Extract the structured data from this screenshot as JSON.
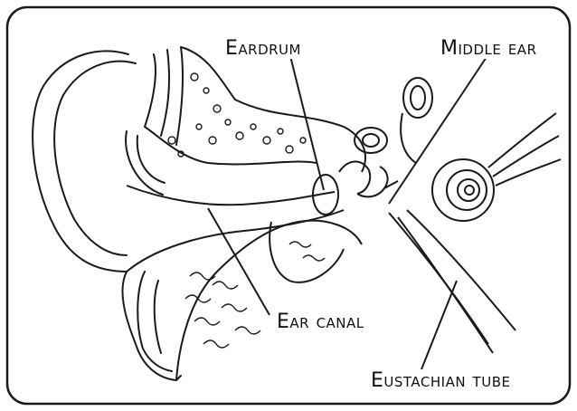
{
  "labels": {
    "eardrum": "Eardrum",
    "middle_ear": "Middle ear",
    "ear_canal": "Ear canal",
    "eustachian_tube": "Eustachian tube"
  },
  "colors": {
    "line": "#1a1a1a",
    "frame": "#1a1a1a",
    "background": "#ffffff"
  }
}
